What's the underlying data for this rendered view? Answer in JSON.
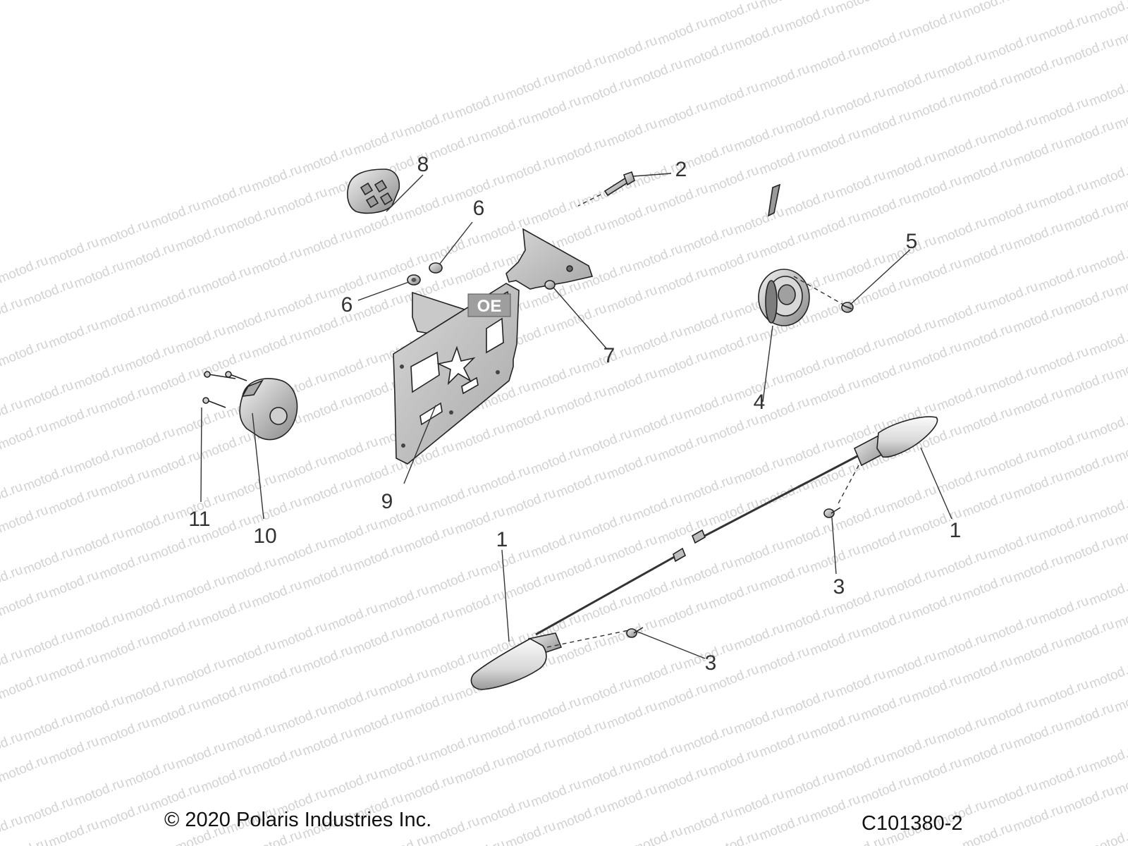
{
  "diagram": {
    "watermark": "motod.ru",
    "plate_stamp": "OE",
    "callouts": {
      "c1a": "1",
      "c1b": "1",
      "c2": "2",
      "c3a": "3",
      "c3b": "3",
      "c4": "4",
      "c5": "5",
      "c6a": "6",
      "c6b": "6",
      "c7": "7",
      "c8": "8",
      "c9": "9",
      "c10": "10",
      "c11": "11"
    },
    "footer": {
      "copyright": "© 2020 Polaris Industries Inc.",
      "figure_id": "C101380-2"
    }
  }
}
